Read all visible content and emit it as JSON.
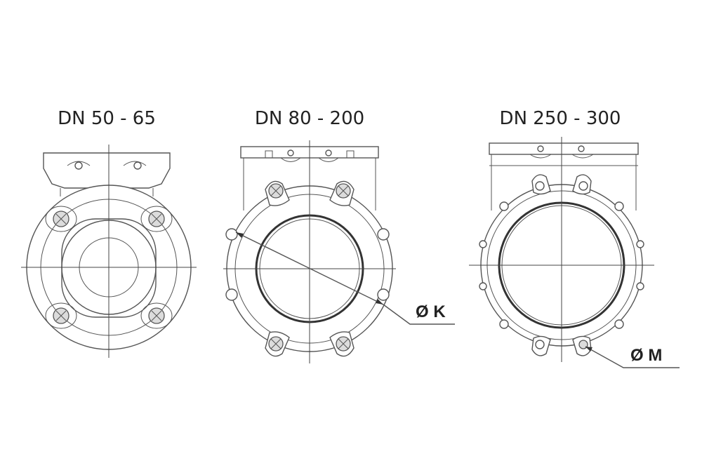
{
  "views": [
    {
      "title": "DN 50 - 65"
    },
    {
      "title": "DN 80 - 200"
    },
    {
      "title": "DN 250 - 300"
    }
  ],
  "dimensions": {
    "k_label": "Ø K",
    "m_label": "Ø M"
  }
}
